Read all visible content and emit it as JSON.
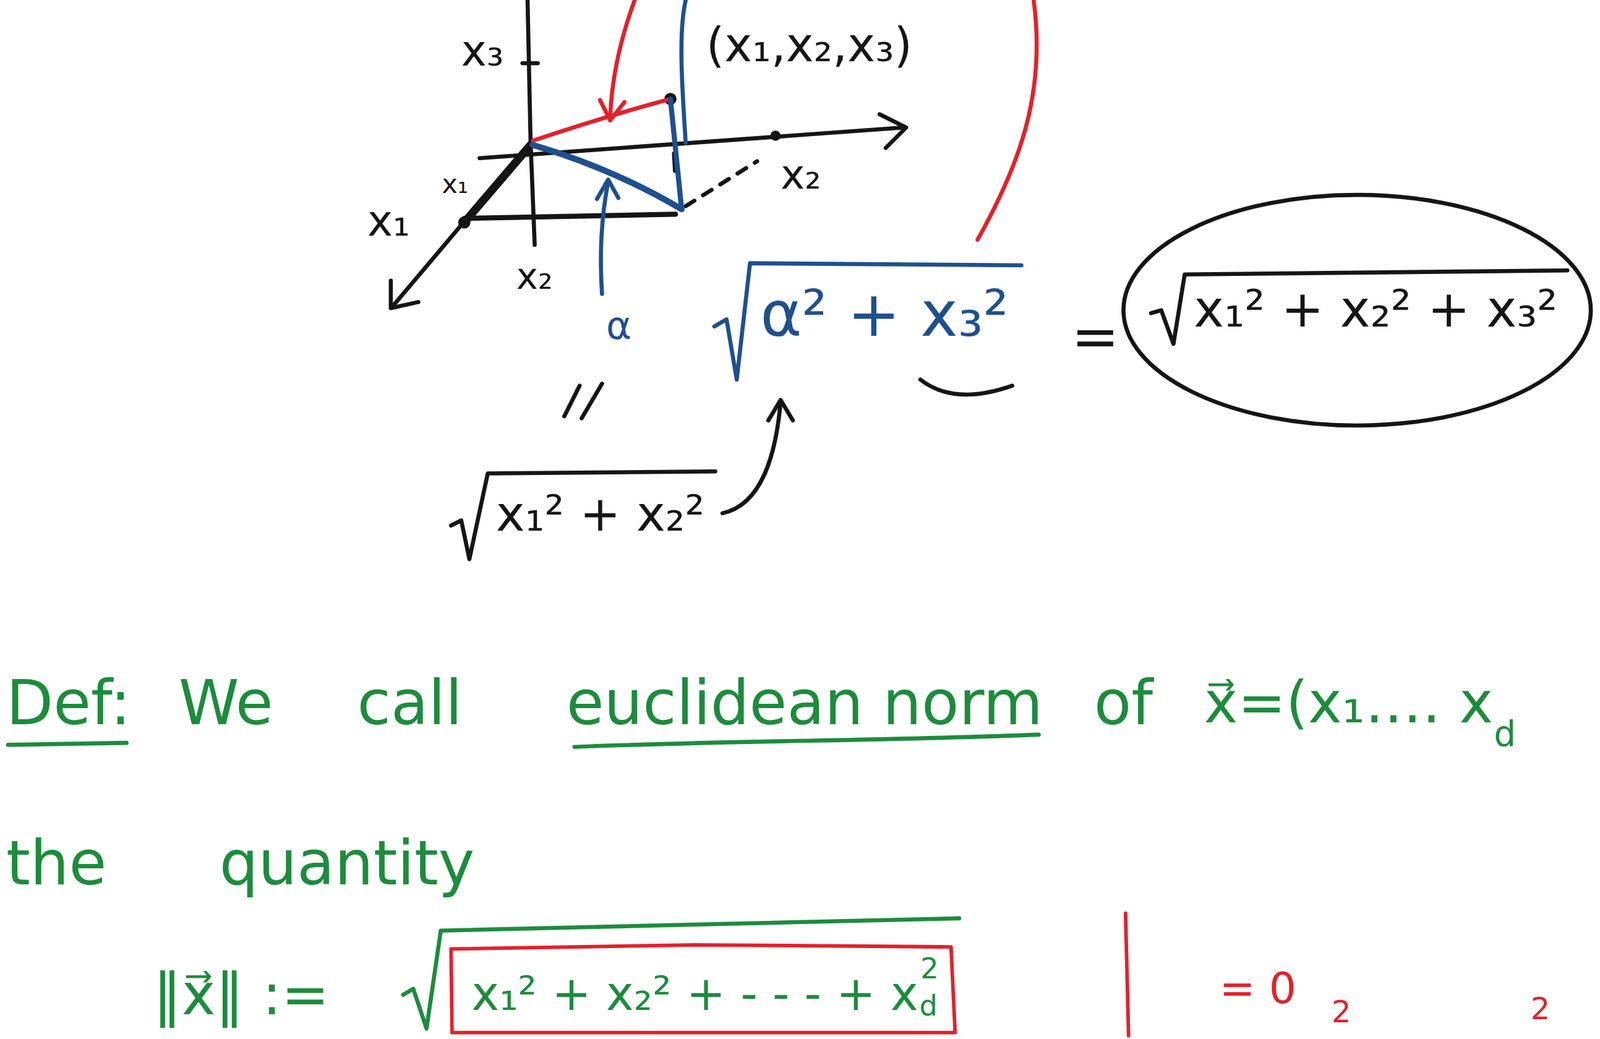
{
  "diagram": {
    "nodes": [
      {
        "text": [
          "x₁² + x₂² + x₃²"
        ]
      }
    ],
    "labels": [
      "x₃",
      "(x₁,x₂,x₃)",
      "x₂",
      "x₁",
      "x₁",
      "x₂",
      "α",
      "α² + x₃²",
      "=",
      "x₁² + x₂²",
      "Def:",
      "We",
      "call",
      "euclidean norm",
      "of",
      "x⃗=(x₁‥‥ x",
      "d",
      "the",
      "quantity",
      "‖x⃗‖ :=",
      "x₁² + x₂² + - - - + x",
      "d",
      "2",
      "= 0",
      "2",
      "2"
    ]
  }
}
